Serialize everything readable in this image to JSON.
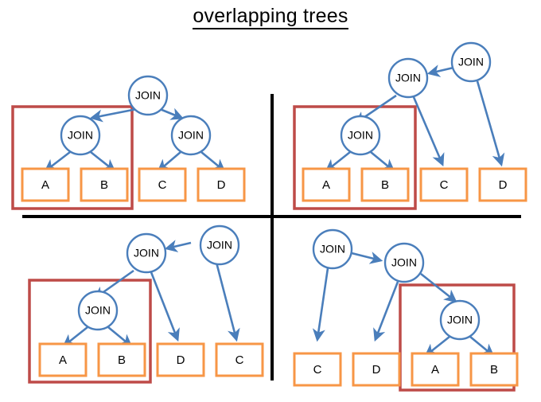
{
  "title": "overlapping trees",
  "colors": {
    "node_stroke": "#4A7EBB",
    "leaf_stroke": "#F79646",
    "group_stroke": "#BE4B48",
    "divider": "#000000",
    "background": "#ffffff",
    "text": "#000000"
  },
  "labels": {
    "join": "JOIN",
    "a": "A",
    "b": "B",
    "c": "C",
    "d": "D"
  },
  "quadrants": {
    "top_left": {
      "name": "quadrant-top-left",
      "joins": [
        "JOIN",
        "JOIN",
        "JOIN"
      ],
      "leaves": [
        "A",
        "B",
        "C",
        "D"
      ],
      "grouped_leaves": [
        "A",
        "B"
      ],
      "edges": [
        "root-join to left-join",
        "root-join to right-join",
        "left-join to A",
        "left-join to B",
        "right-join to C",
        "right-join to D"
      ]
    },
    "top_right": {
      "name": "quadrant-top-right",
      "joins": [
        "JOIN",
        "JOIN",
        "JOIN"
      ],
      "leaves": [
        "A",
        "B",
        "C",
        "D"
      ],
      "grouped_leaves": [
        "A",
        "B"
      ],
      "edges": [
        "top-right-join to mid-join",
        "top-right-join to D",
        "mid-join to lower-join",
        "mid-join to C",
        "lower-join to A",
        "lower-join to B"
      ]
    },
    "bottom_left": {
      "name": "quadrant-bottom-left",
      "joins": [
        "JOIN",
        "JOIN",
        "JOIN"
      ],
      "leaves": [
        "A",
        "B",
        "D",
        "C"
      ],
      "grouped_leaves": [
        "A",
        "B"
      ],
      "edges": [
        "top-right-join to mid-join",
        "top-right-join to C",
        "mid-join to lower-join",
        "mid-join to D",
        "lower-join to A",
        "lower-join to B"
      ]
    },
    "bottom_right": {
      "name": "quadrant-bottom-right",
      "joins": [
        "JOIN",
        "JOIN",
        "JOIN"
      ],
      "leaves": [
        "C",
        "D",
        "A",
        "B"
      ],
      "grouped_leaves": [
        "A",
        "B"
      ],
      "edges": [
        "left-join to mid-join",
        "left-join to C",
        "mid-join to D",
        "mid-join to lower-join",
        "lower-join to A",
        "lower-join to B"
      ]
    }
  }
}
